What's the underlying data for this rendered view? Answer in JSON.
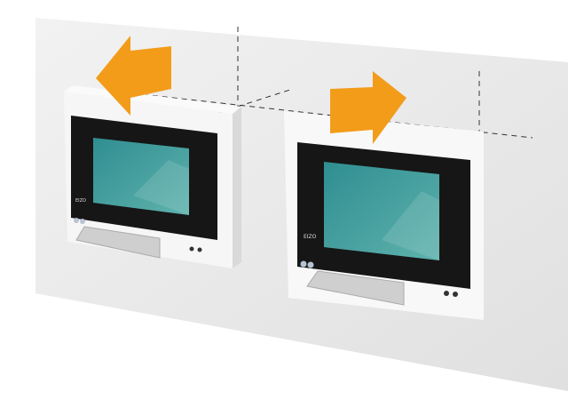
{
  "scene": {
    "description_label": "",
    "brand_logo_left": "EIZO",
    "brand_logo_right": "EIZO",
    "colors": {
      "arrow": "#f39c1a",
      "wall": "#e9e9e9",
      "screen": "#3f9c9c",
      "bezel": "#1a1a1a",
      "housing": "#f7f7f7"
    },
    "arrows": [
      {
        "name": "move-left-arrow",
        "direction": "left"
      },
      {
        "name": "move-right-arrow",
        "direction": "right"
      }
    ]
  }
}
